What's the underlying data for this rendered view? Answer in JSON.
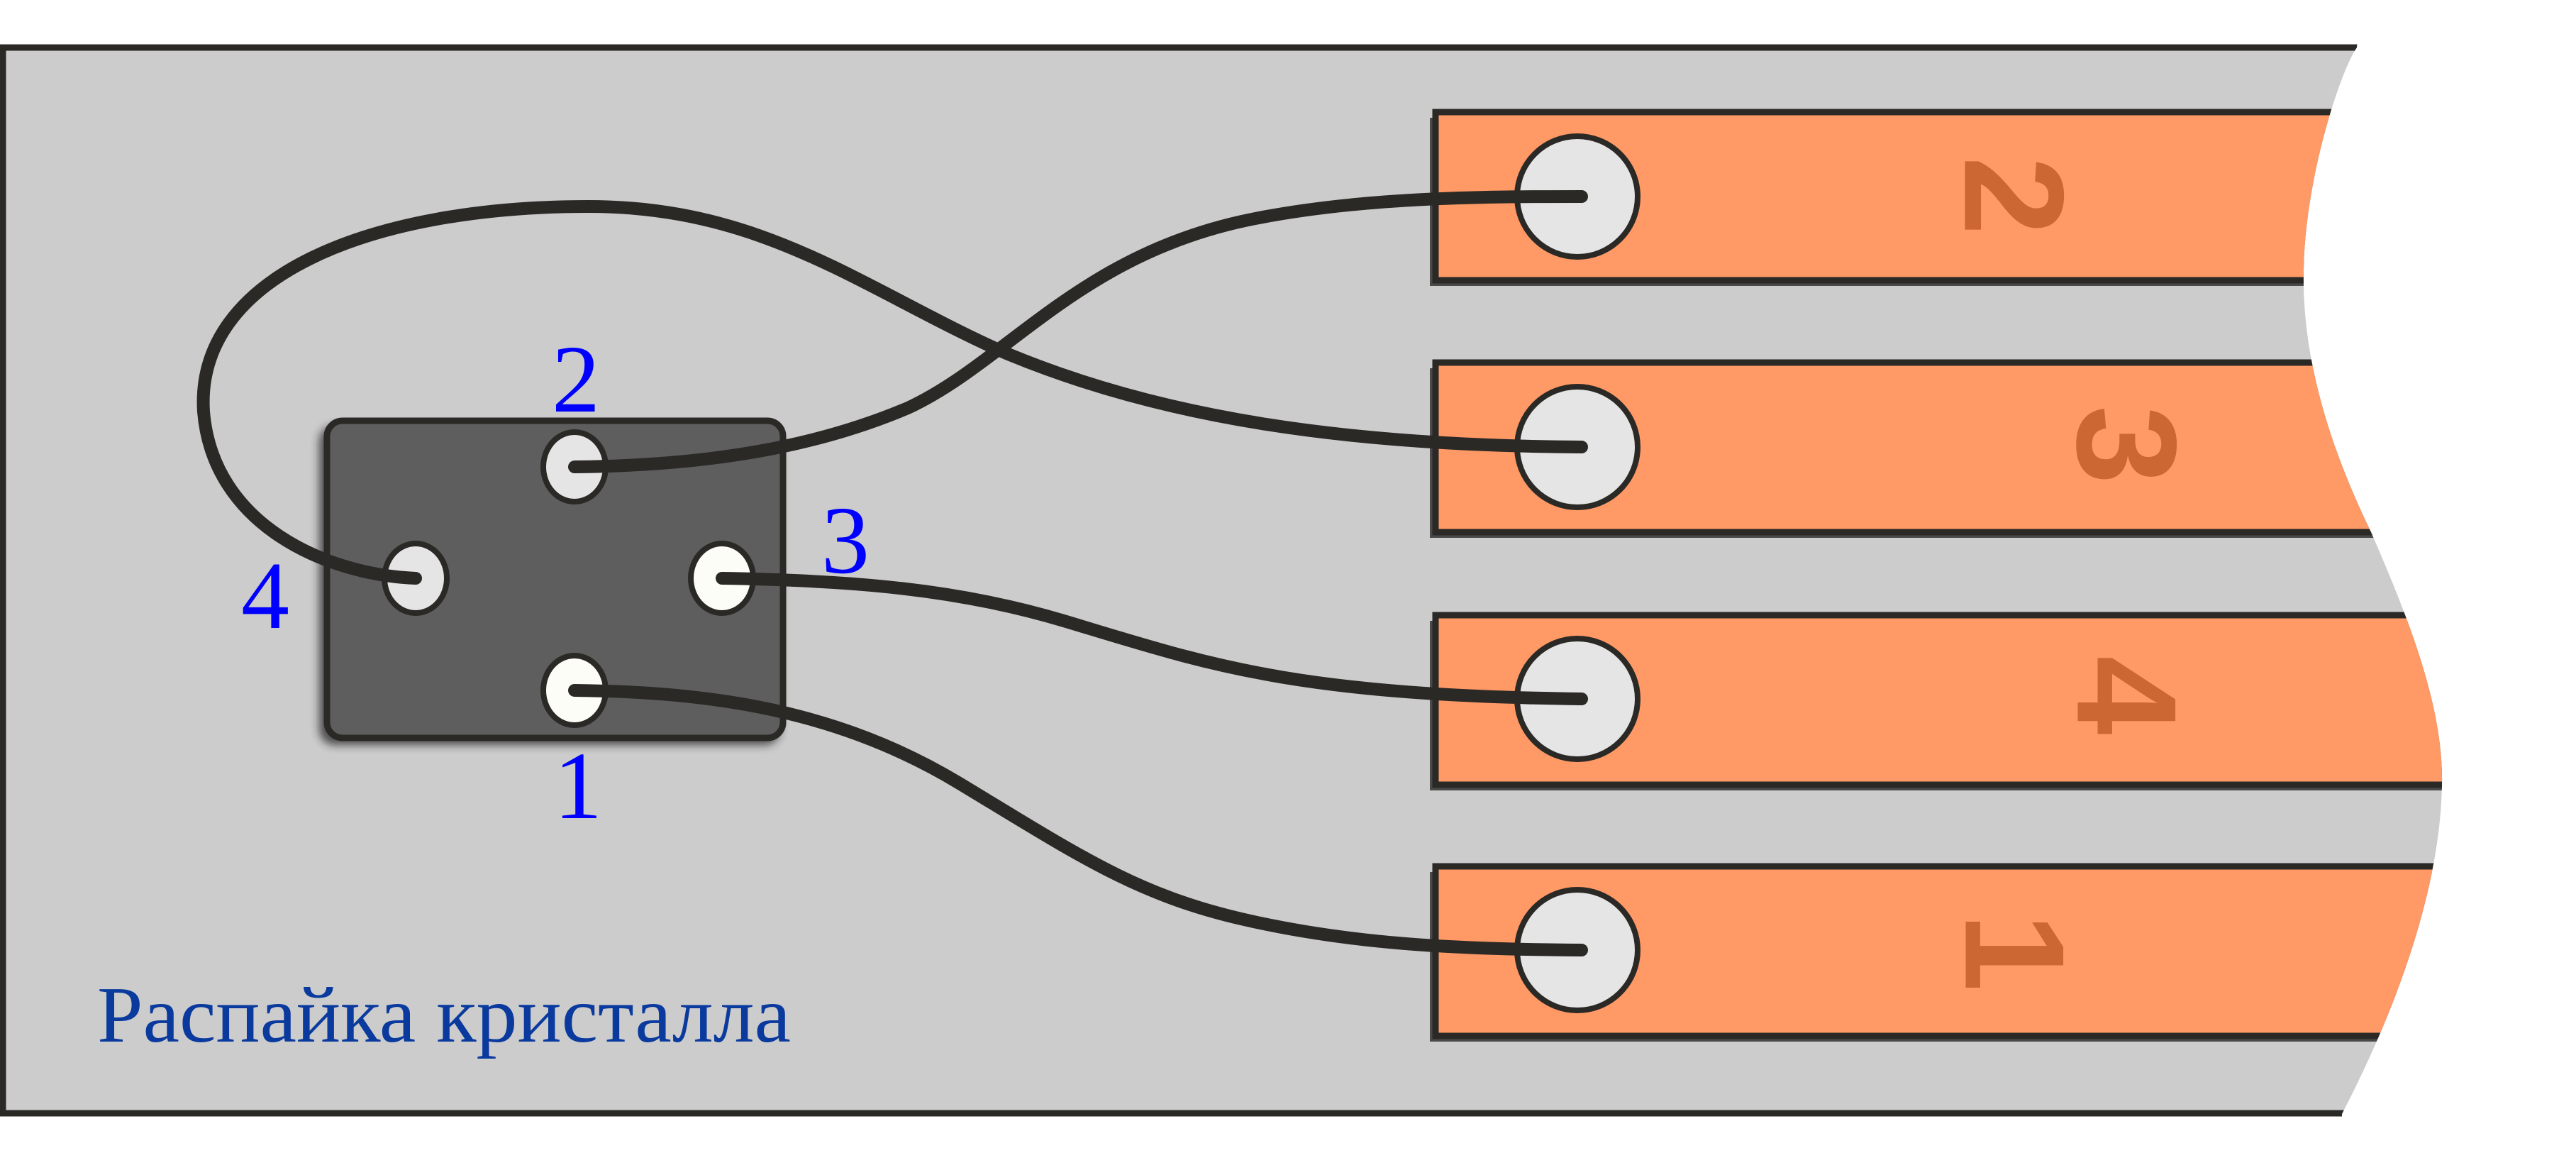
{
  "diagram": {
    "title": "Распайка кристалла",
    "colors": {
      "substrate": "#cccccc",
      "outline": "#2b2926",
      "chip": "#5e5e5e",
      "lead_frame": "#ff9966",
      "lead_label": "#cc6633",
      "chip_label": "#0000ff",
      "caption": "#0a3a9e",
      "bond_pad": "#e5e5e5",
      "bond_pad_bright": "#fdfdf8",
      "wire": "#2b2926"
    },
    "chip": {
      "pads": [
        {
          "id": "chip-pad-1",
          "label": "1",
          "position": "bottom"
        },
        {
          "id": "chip-pad-2",
          "label": "2",
          "position": "top"
        },
        {
          "id": "chip-pad-3",
          "label": "3",
          "position": "right"
        },
        {
          "id": "chip-pad-4",
          "label": "4",
          "position": "left"
        }
      ]
    },
    "leads": [
      {
        "id": "lead-2",
        "label": "2",
        "order": 1
      },
      {
        "id": "lead-3",
        "label": "3",
        "order": 2
      },
      {
        "id": "lead-4",
        "label": "4",
        "order": 3
      },
      {
        "id": "lead-1",
        "label": "1",
        "order": 4
      }
    ],
    "bonds": [
      {
        "from": "chip-pad-2",
        "to": "lead-2"
      },
      {
        "from": "chip-pad-4",
        "to": "lead-3"
      },
      {
        "from": "chip-pad-3",
        "to": "lead-4"
      },
      {
        "from": "chip-pad-1",
        "to": "lead-1"
      }
    ]
  }
}
